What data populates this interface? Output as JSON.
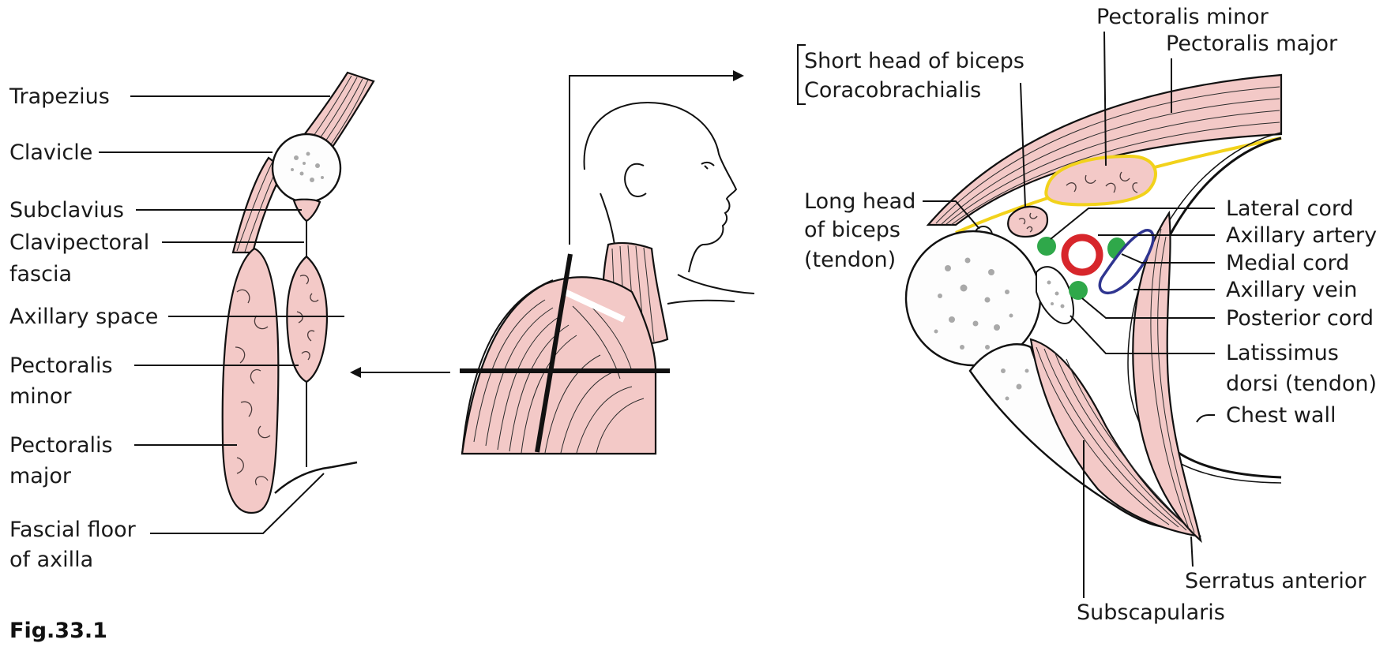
{
  "figure": {
    "caption": "Fig.33.1",
    "left_labels": {
      "trapezius": "Trapezius",
      "clavicle": "Clavicle",
      "subclavius": "Subclavius",
      "clavipectoral_1": "Clavipectoral",
      "clavipectoral_2": "fascia",
      "axillary_space": "Axillary space",
      "pect_minor_1": "Pectoralis",
      "pect_minor_2": "minor",
      "pect_major_1": "Pectoralis",
      "pect_major_2": "major",
      "fascial_floor_1": "Fascial floor",
      "fascial_floor_2": "of axilla"
    },
    "right_labels": {
      "short_head": "Short head of biceps",
      "coracobrachialis": "Coracobrachialis",
      "pectoralis_minor": "Pectoralis minor",
      "pectoralis_major": "Pectoralis major",
      "long_head_1": "Long head",
      "long_head_2": "of biceps",
      "long_head_3": "(tendon)",
      "lateral_cord": "Lateral cord",
      "axillary_artery": "Axillary artery",
      "medial_cord": "Medial cord",
      "axillary_vein": "Axillary vein",
      "posterior_cord": "Posterior cord",
      "latissimus_1": "Latissimus",
      "latissimus_2": "dorsi (tendon)",
      "chest_wall": "Chest wall",
      "serratus": "Serratus anterior",
      "subscapularis": "Subscapularis"
    },
    "colors": {
      "muscle": "#f3c9c7",
      "artery": "#d7262b",
      "vein": "#2f3590",
      "nerve_cord": "#2fa84a",
      "fascia": "#f2d21b"
    }
  }
}
